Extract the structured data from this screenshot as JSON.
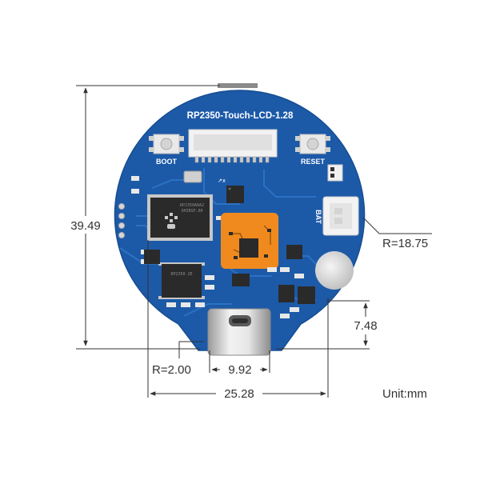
{
  "board": {
    "title": "RP2350-Touch-LCD-1.28",
    "boot_label": "BOOT",
    "reset_label": "RESET",
    "bat_label": "BAT",
    "pcb_color": "#1c5aa8",
    "trace_color": "#2f76c8",
    "pad_color": "#c8c8c8",
    "chip_color": "#2a2a2a",
    "orange_color": "#f08a1e"
  },
  "chip_marks": {
    "mcu_line1": "RP2350A0A2",
    "mcu_line2": "SHIBSP.00",
    "pmic_line": "RP2350 2E"
  },
  "dimensions": {
    "height": "39.49",
    "radius_board": "R=18.75",
    "usb_height": "7.48",
    "corner_radius": "R=2.00",
    "usb_width": "9.92",
    "full_width": "25.28",
    "unit": "Unit:mm"
  }
}
